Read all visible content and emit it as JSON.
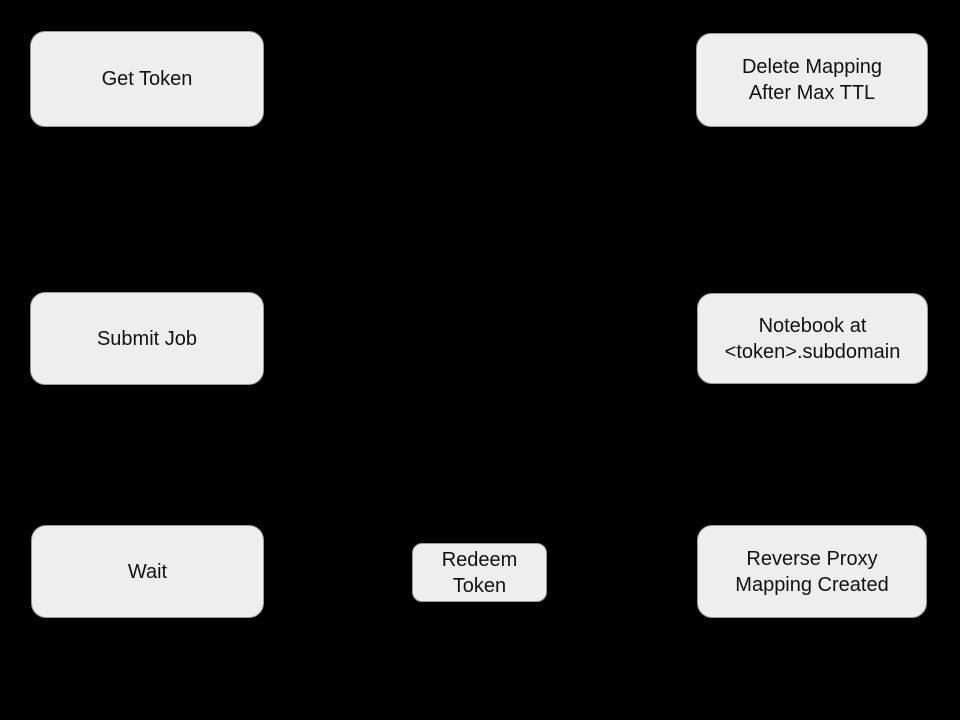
{
  "diagram": {
    "type": "flowchart",
    "background_color": "#000000",
    "node_fill_color": "#eeeeee",
    "node_border_color": "#999999",
    "node_text_color": "#111111",
    "nodes": [
      {
        "id": "get-token",
        "label": "Get Token"
      },
      {
        "id": "delete-mapping",
        "label": "Delete Mapping\nAfter Max TTL"
      },
      {
        "id": "submit-job",
        "label": "Submit Job"
      },
      {
        "id": "notebook",
        "label": "Notebook at\n<token>.subdomain"
      },
      {
        "id": "wait",
        "label": "Wait"
      },
      {
        "id": "redeem-token",
        "label": "Redeem\nToken"
      },
      {
        "id": "reverse-proxy",
        "label": "Reverse Proxy\nMapping Created"
      }
    ]
  }
}
